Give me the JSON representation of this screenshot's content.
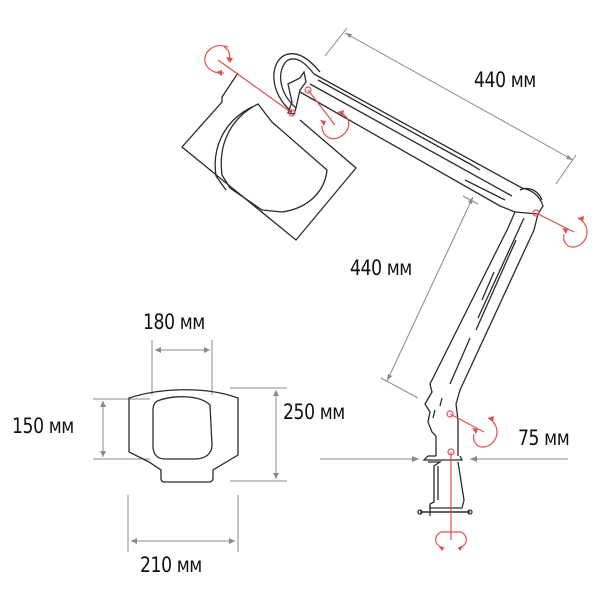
{
  "diagram": {
    "subject": "Desk magnifier lamp with clamp mount",
    "colors": {
      "outline": "#2b2b2b",
      "dimension_line": "#8a8a8a",
      "rotation_marker": "#e05050",
      "text": "#111111",
      "background": "#ffffff"
    },
    "dimensions": {
      "upper_arm": "440 мм",
      "lower_arm": "440 мм",
      "clamp_opening": "75 мм",
      "lens_width": "180 мм",
      "lens_height": "150 мм",
      "head_height": "250 мм",
      "head_width": "210 мм"
    },
    "rotation_points": [
      "head-tilt-joint",
      "head-pivot-joint",
      "elbow-joint",
      "base-joint",
      "clamp-swivel"
    ]
  }
}
